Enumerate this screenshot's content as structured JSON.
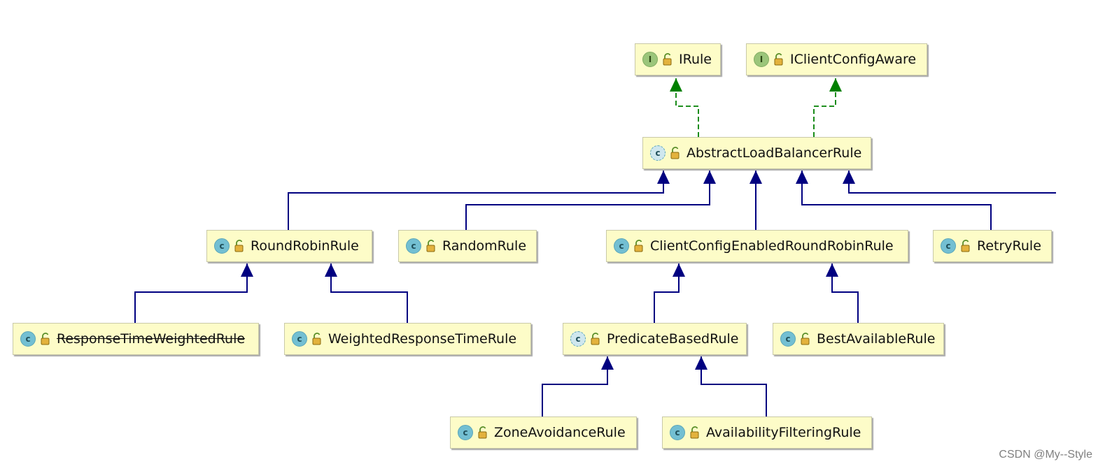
{
  "nodes": [
    {
      "id": "IRule",
      "label": "IRule",
      "kind": "interface"
    },
    {
      "id": "IClientConfigAware",
      "label": "IClientConfigAware",
      "kind": "interface"
    },
    {
      "id": "AbstractLoadBalancerRule",
      "label": "AbstractLoadBalancerRule",
      "kind": "abstract-class"
    },
    {
      "id": "RoundRobinRule",
      "label": "RoundRobinRule",
      "kind": "class"
    },
    {
      "id": "RandomRule",
      "label": "RandomRule",
      "kind": "class"
    },
    {
      "id": "ClientConfigEnabledRoundRobinRule",
      "label": "ClientConfigEnabledRoundRobinRule",
      "kind": "class"
    },
    {
      "id": "RetryRule",
      "label": "RetryRule",
      "kind": "class"
    },
    {
      "id": "ResponseTimeWeightedRule",
      "label": "ResponseTimeWeightedRule",
      "kind": "class",
      "deprecated": true
    },
    {
      "id": "WeightedResponseTimeRule",
      "label": "WeightedResponseTimeRule",
      "kind": "class"
    },
    {
      "id": "PredicateBasedRule",
      "label": "PredicateBasedRule",
      "kind": "abstract-class"
    },
    {
      "id": "BestAvailableRule",
      "label": "BestAvailableRule",
      "kind": "class"
    },
    {
      "id": "ZoneAvoidanceRule",
      "label": "ZoneAvoidanceRule",
      "kind": "class"
    },
    {
      "id": "AvailabilityFilteringRule",
      "label": "AvailabilityFilteringRule",
      "kind": "class"
    }
  ],
  "edges": [
    {
      "from": "AbstractLoadBalancerRule",
      "to": "IRule",
      "type": "implements"
    },
    {
      "from": "AbstractLoadBalancerRule",
      "to": "IClientConfigAware",
      "type": "implements"
    },
    {
      "from": "RoundRobinRule",
      "to": "AbstractLoadBalancerRule",
      "type": "extends"
    },
    {
      "from": "RandomRule",
      "to": "AbstractLoadBalancerRule",
      "type": "extends"
    },
    {
      "from": "ClientConfigEnabledRoundRobinRule",
      "to": "AbstractLoadBalancerRule",
      "type": "extends"
    },
    {
      "from": "RetryRule",
      "to": "AbstractLoadBalancerRule",
      "type": "extends"
    },
    {
      "from": "ResponseTimeWeightedRule",
      "to": "RoundRobinRule",
      "type": "extends"
    },
    {
      "from": "WeightedResponseTimeRule",
      "to": "RoundRobinRule",
      "type": "extends"
    },
    {
      "from": "PredicateBasedRule",
      "to": "ClientConfigEnabledRoundRobinRule",
      "type": "extends"
    },
    {
      "from": "BestAvailableRule",
      "to": "ClientConfigEnabledRoundRobinRule",
      "type": "extends"
    },
    {
      "from": "ZoneAvoidanceRule",
      "to": "PredicateBasedRule",
      "type": "extends"
    },
    {
      "from": "AvailabilityFilteringRule",
      "to": "PredicateBasedRule",
      "type": "extends"
    }
  ],
  "colors": {
    "extends": "#000080",
    "implements": "#008000",
    "node_fill": "#fdfcc8",
    "class_badge": "#73bfd2",
    "interface_badge": "#9bc57a"
  },
  "watermark": "CSDN @My--Style"
}
